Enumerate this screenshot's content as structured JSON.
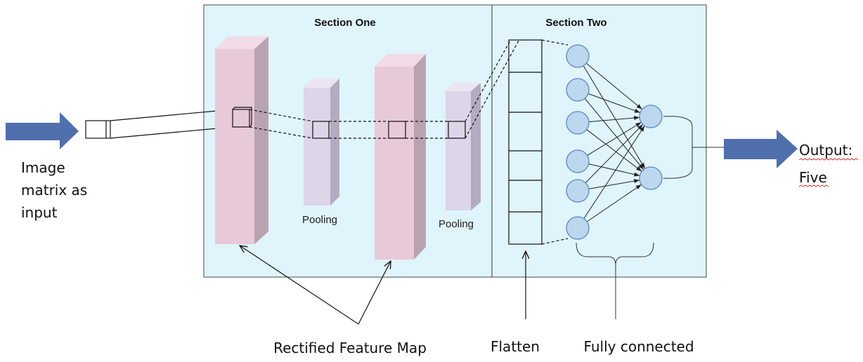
{
  "diagram": {
    "section_one_title": "Section One",
    "section_two_title": "Section Two",
    "input_label": [
      "Image",
      "matrix as",
      "input"
    ],
    "pooling_labels": [
      "Pooling",
      "Pooling"
    ],
    "output_label": [
      "Output:",
      "Five"
    ],
    "captions": {
      "rectified_feature_map": "Rectified Feature Map",
      "flatten": "Flatten",
      "fully_connected": "Fully connected"
    }
  },
  "colors": {
    "arrow": "#4f6fad",
    "panel": "#dff4fb",
    "feature_map": "#e8c9d9",
    "feature_map_top": "#f2dae6",
    "feature_map_side": "#b9a3b1",
    "pooling": "#dcd6e8",
    "pooling_top": "#ebe6f2",
    "pooling_side": "#b3abc0",
    "neuron_fill": "#bdd7ee",
    "neuron_stroke": "#5b87c5"
  }
}
